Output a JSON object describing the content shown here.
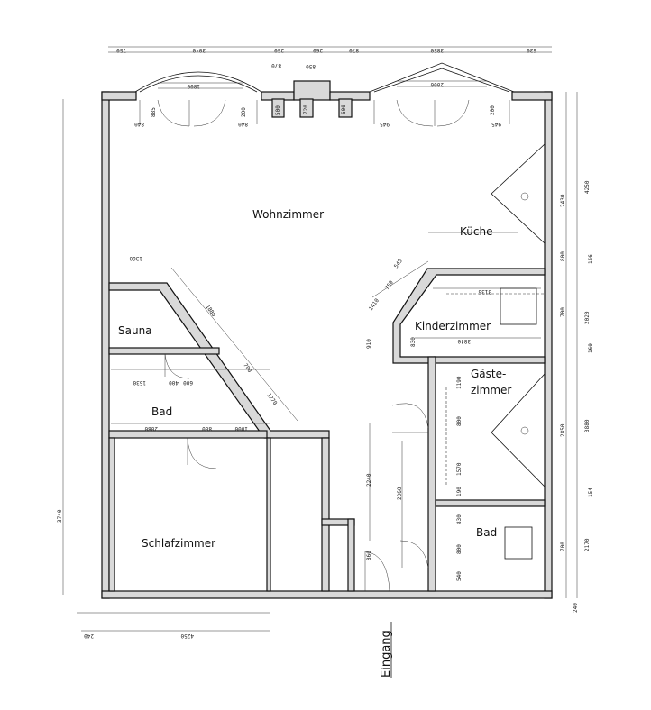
{
  "rooms": {
    "wohnzimmer": "Wohnzimmer",
    "kueche": "Küche",
    "kinderzimmer": "Kinderzimmer",
    "sauna": "Sauna",
    "bad_links": "Bad",
    "gaeste_1": "Gäste-",
    "gaeste_2": "zimmer",
    "schlafzimmer": "Schlafzimmer",
    "bad_rechts": "Bad"
  },
  "entrance": "Eingang",
  "dimensions": {
    "top_1": "750",
    "top_2": "3040",
    "top_3": "260",
    "top_4": "870",
    "top_5": "260",
    "top_6": "870",
    "top_7": "3850",
    "top_8": "630",
    "top_9": "850",
    "win_left": "1800",
    "win_right": "2000",
    "w_left_1": "885",
    "w_left_2": "200",
    "w_left_3": "840",
    "w_left_4": "840",
    "w_mid_1": "500",
    "w_mid_2": "720",
    "w_mid_3": "600",
    "w_right_1": "945",
    "w_right_2": "945",
    "w_right_3": "200",
    "right_1": "4250",
    "right_2": "2430",
    "right_3": "800",
    "right_4": "156",
    "right_5": "2020",
    "right_6": "700",
    "right_7": "160",
    "right_8": "3880",
    "right_9": "2850",
    "right_10": "154",
    "right_11": "2170",
    "right_12": "700",
    "right_13": "240",
    "mid_1": "1360",
    "mid_2": "3136",
    "mid_3": "3840",
    "mid_4": "830",
    "mid_5": "910",
    "mid_6": "2240",
    "mid_7": "2360",
    "mid_8": "860",
    "diag_1": "1880",
    "diag_2": "545",
    "diag_3": "750",
    "diag_4": "1410",
    "diag_5": "700",
    "diag_6": "1270",
    "bad_1": "1530",
    "bad_2": "400",
    "bad_3": "600",
    "bad_4": "2080",
    "bad_5": "800",
    "bad_6": "1000",
    "g_1": "1190",
    "g_2": "800",
    "g_3": "1570",
    "g_4": "190",
    "b_1": "830",
    "b_2": "800",
    "b_3": "540",
    "left_1": "3740",
    "bottom_1": "240",
    "bottom_2": "4250"
  }
}
